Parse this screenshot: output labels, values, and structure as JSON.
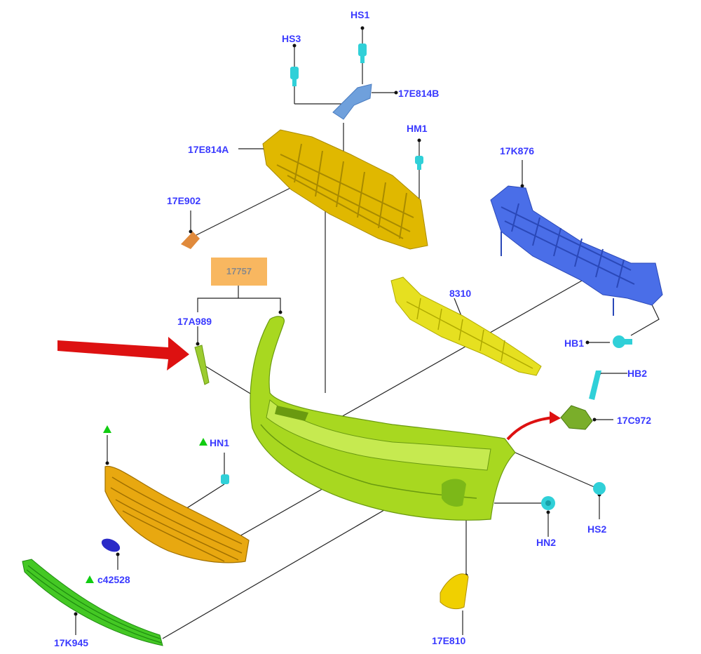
{
  "labels": {
    "hs1": "HS1",
    "hs3": "HS3",
    "e814b": "17E814B",
    "hm1": "HM1",
    "e814a": "17E814A",
    "e902": "17E902",
    "k876": "17K876",
    "box": "17757",
    "p8310": "8310",
    "a989": "17A989",
    "hb1": "HB1",
    "hb2": "HB2",
    "c972": "17C972",
    "hn1": "HN1",
    "c42528": "c42528",
    "k945": "17K945",
    "e810": "17E810",
    "hn2": "HN2",
    "hs2": "HS2"
  },
  "colors": {
    "label": "#3a3aff",
    "box": "#f8b760",
    "bumper": "#a8d820",
    "bracket_yellow": "#e0b800",
    "reinforcement": "#4a6ee8",
    "absorber": "#e6e020",
    "grille": "#e8a810",
    "lower_grille": "#44c824",
    "arrow": "#dd1111",
    "fastener": "#30d0d8",
    "triangle": "#11cc11"
  },
  "icons": [
    "triangle-marker-icon",
    "red-arrow-icon"
  ]
}
